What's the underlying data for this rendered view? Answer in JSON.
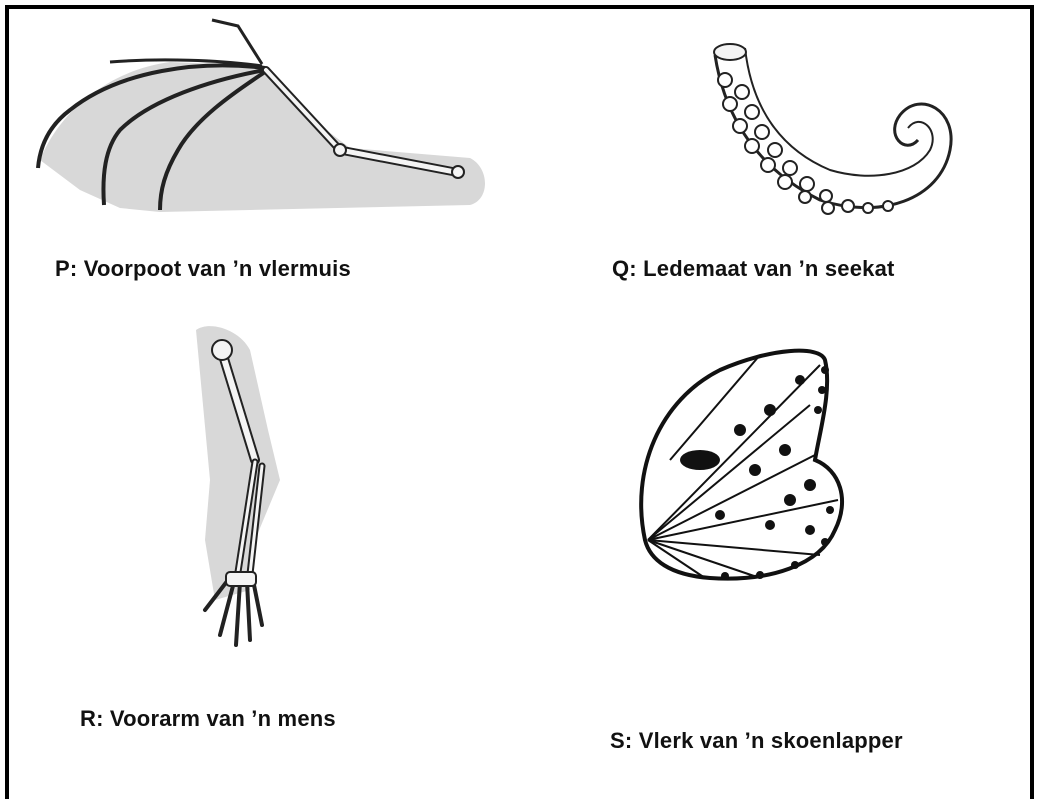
{
  "figure": {
    "panels": [
      {
        "id": "P",
        "caption": "P: Voorpoot van ’n vlermuis",
        "icon": "bat-forelimb-icon"
      },
      {
        "id": "Q",
        "caption": "Q: Ledemaat van ’n seekat",
        "icon": "octopus-tentacle-icon"
      },
      {
        "id": "R",
        "caption": "R: Voorarm van ’n mens",
        "icon": "human-arm-icon"
      },
      {
        "id": "S",
        "caption": "S: Vlerk van ’n skoenlapper",
        "icon": "butterfly-wing-icon"
      }
    ]
  },
  "colors": {
    "border": "#000000",
    "shadow": "#d8d8d8",
    "line": "#222222",
    "bone": "#f4f4f4"
  }
}
